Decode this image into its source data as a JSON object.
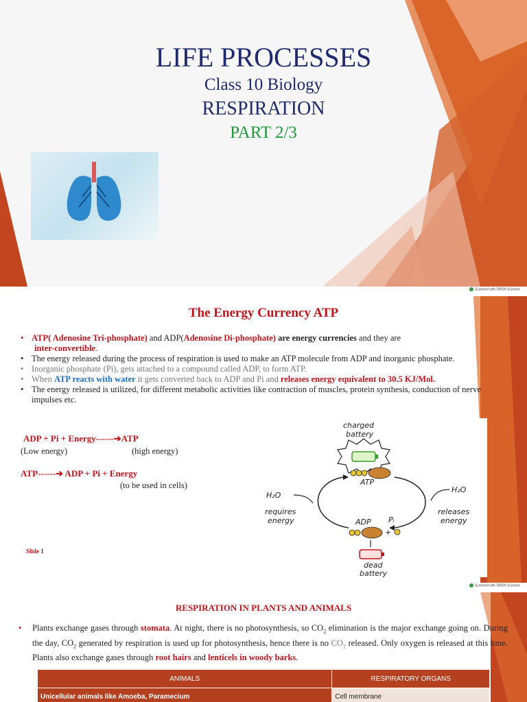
{
  "slide1": {
    "title": "LIFE PROCESSES",
    "subtitle": "Class 10 Biology",
    "topic": "RESPIRATION",
    "part": "PART 2/3",
    "image_alt": "lungs-illustration"
  },
  "scanner": {
    "label": "Scanned with OKEN Scanner"
  },
  "slide2": {
    "title": "The Energy Currency ATP",
    "b1": {
      "atp": "ATP( Adenosine Tri-phosphate)",
      "and": " and ADP(",
      "adp": "Adenosine Di-phosphate)",
      "are": " are energy currencies",
      "tail": " and they are",
      "inter": "inter-convertible",
      "dot": "."
    },
    "b2": "The energy released during the process of respiration is used to make an ATP molecule from ADP and inorganic phosphate.",
    "b3": "Inorganic phosphate (Pi), gets attached to a compound called ADP, to form ATP.",
    "b4": {
      "when": "When ",
      "atp_water": "ATP reacts with water",
      "mid": " it gets converted back to ADP and Pi and ",
      "releases": "releases energy equivalent to 30.5 KJ/Mol."
    },
    "b5": "The energy released is utilized, for different metabolic activities like contraction of muscles, protein synthesis, conduction of nerve impulses etc.",
    "eq1": "ADP  +  Pi  + Energy------➔ATP",
    "eq1_low": "(Low energy)",
    "eq1_high": "(high energy)",
    "eq2": "ATP------➔ ADP +  Pi +  Energy",
    "eq2_note": "(to be used in cells)",
    "slide_label": "Slide 1",
    "diagram": {
      "charged": "charged",
      "battery1": "battery",
      "atp": "ATP",
      "h2o_left": "H₂O",
      "h2o_right": "H₂O",
      "requires": "requires",
      "energy_left": "energy",
      "releases": "releases",
      "energy_right": "energy",
      "adp": "ADP",
      "pi": "Pᵢ",
      "plus": "+",
      "dead": "dead",
      "battery2": "battery"
    }
  },
  "slide3": {
    "title": "RESPIRATION IN PLANTS AND ANIMALS",
    "p1": "Plants exchange gases through ",
    "stomata": "stomata",
    "p2": ". At night, there is no photosynthesis, so CO",
    "p3": " elimination is the major exchange going on. During the day, CO",
    "p4": " generated by respiration is used up for photosynthesis, hence there is no ",
    "co2": "CO",
    "p5": " released. Only oxygen is released at this time. Plants also exchange gases through ",
    "root": "root hairs",
    "and": " and ",
    "lenticels": "lenticels in woody barks",
    "end": ".",
    "sub2": "2",
    "table": {
      "headers": [
        "ANIMALS",
        "RESPIRATORY ORGANS"
      ],
      "rows": [
        [
          "Unicellular animals like Amoeba, Paramecium",
          "Cell membrane"
        ]
      ]
    }
  },
  "colors": {
    "accent": "#c0141c",
    "navy": "#1f2a6e",
    "green": "#1e9a3a",
    "orange": "#d4602a"
  }
}
